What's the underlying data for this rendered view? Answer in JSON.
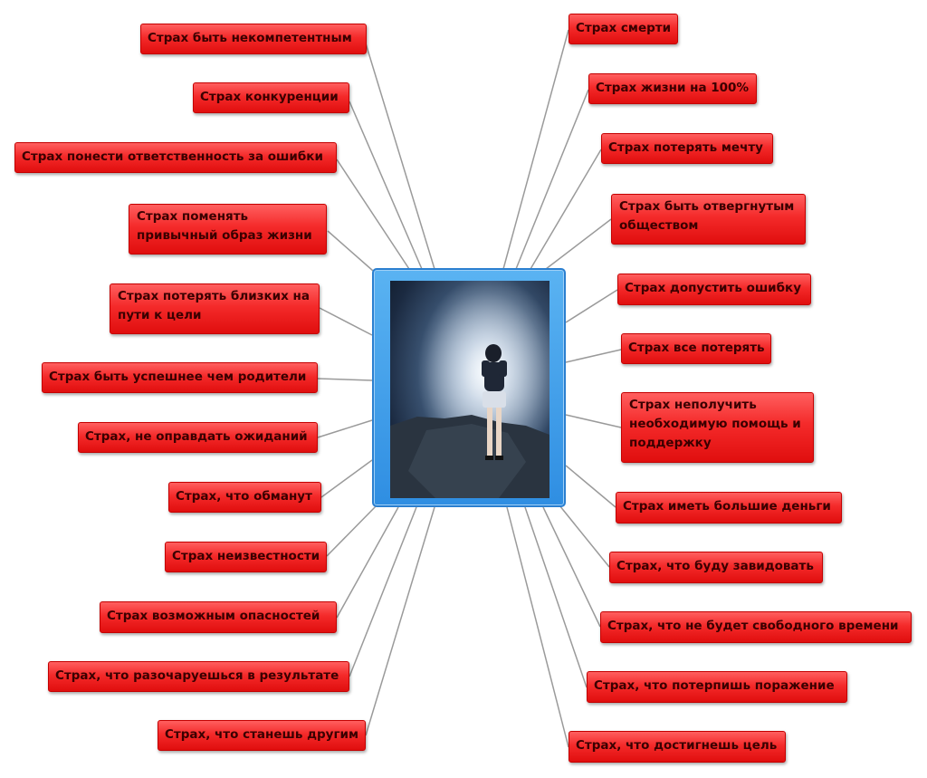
{
  "nodes": [
    "Страх быть некомпетентным",
    "Страх конкуренции",
    "Страх понести ответственность за ошибки",
    "Страх поменять привычный образ жизни",
    "Страх потерять близких на пути к цели",
    "Страх быть успешнее чем родители",
    "Страх, не оправдать ожиданий",
    "Страх, что обманут",
    "Страх неизвестности",
    "Страх возможным опасностей",
    "Страх, что разочаруешься в результате",
    "Страх, что станешь другим",
    "Страх смерти",
    "Страх жизни на 100%",
    "Страх потерять мечту",
    "Страх быть отвергнутым обществом",
    "Страх допустить ошибку",
    "Страх все потерять",
    "Страх неполучить необходимую помощь и поддержку",
    "Страх иметь большие деньги",
    "Страх, что буду завидовать",
    "Страх, что не будет свободного времени",
    "Страх, что потерпишь поражение",
    "Страх, что достигнешь цель"
  ],
  "colors": {
    "node_fill": "#f42a2a",
    "node_text": "#3a0000",
    "center_frame": "#3a9ae8",
    "connector": "#9a9a9a"
  },
  "center_image": "woman-covering-eyes-on-rock-photo"
}
